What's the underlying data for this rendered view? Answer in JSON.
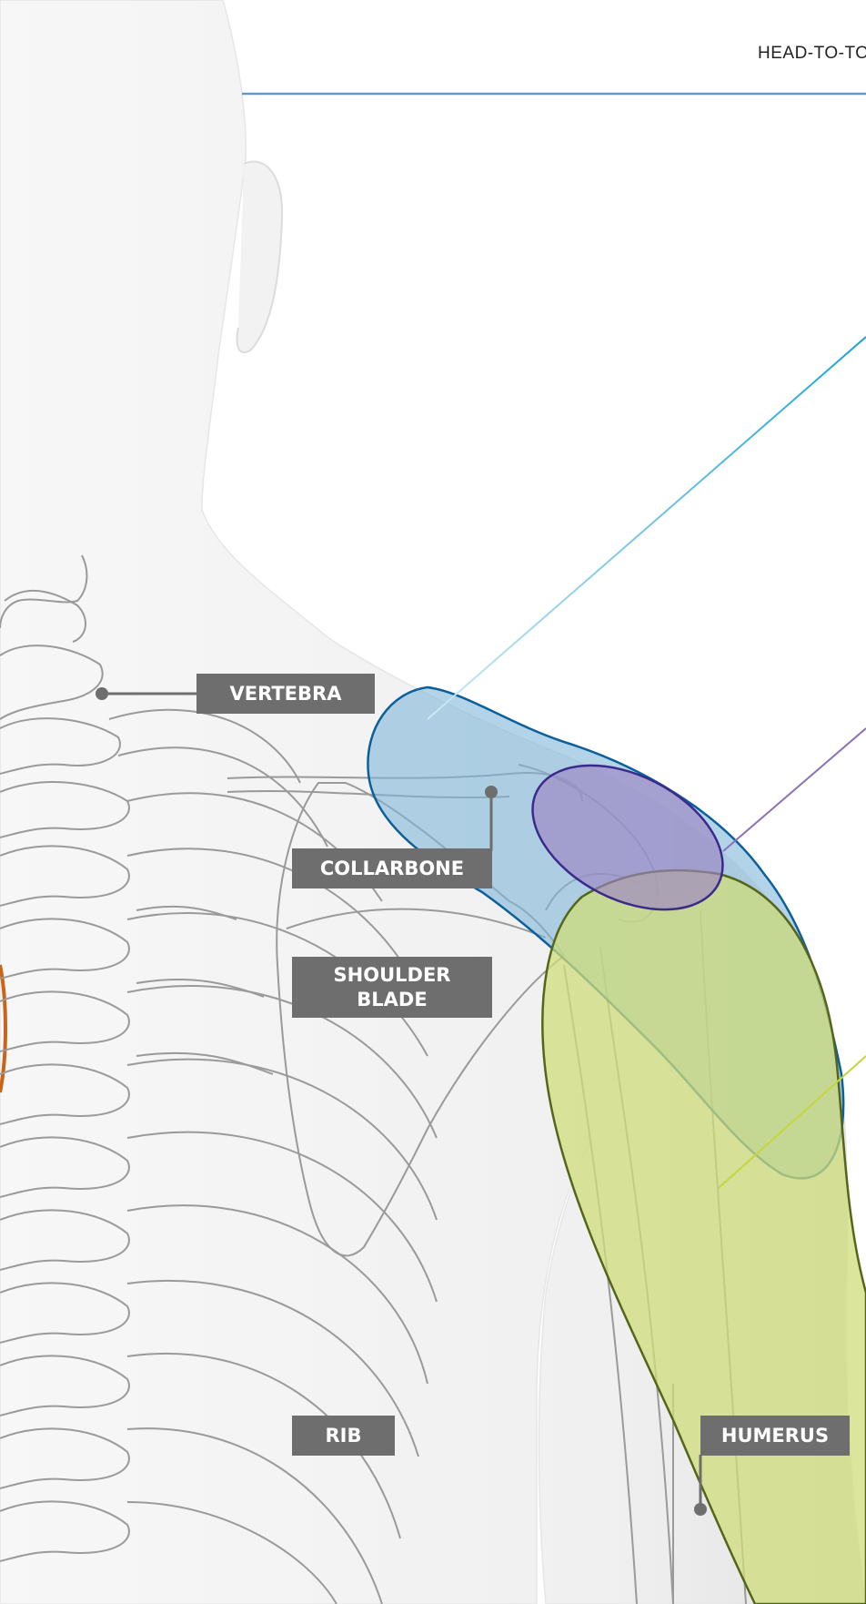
{
  "header": {
    "title": "HEAD-TO-TO"
  },
  "labels": {
    "vertebra": "VERTEBRA",
    "collarbone": "COLLARBONE",
    "shoulder_blade": "SHOULDER\nBLADE",
    "rib": "RIB",
    "humerus": "HUMERUS"
  },
  "colors": {
    "header_rule": "#5b9bd5",
    "label_bg": "#6e6e6e",
    "zone_blue": "#7fb5d9",
    "zone_purple": "#9c86c4",
    "zone_green": "#cfdc7a",
    "pointer_cyan": "#1aa3d6",
    "pointer_purple": "#8a72b8",
    "pointer_green": "#c4d640",
    "spine_orange": "#c8651b"
  }
}
